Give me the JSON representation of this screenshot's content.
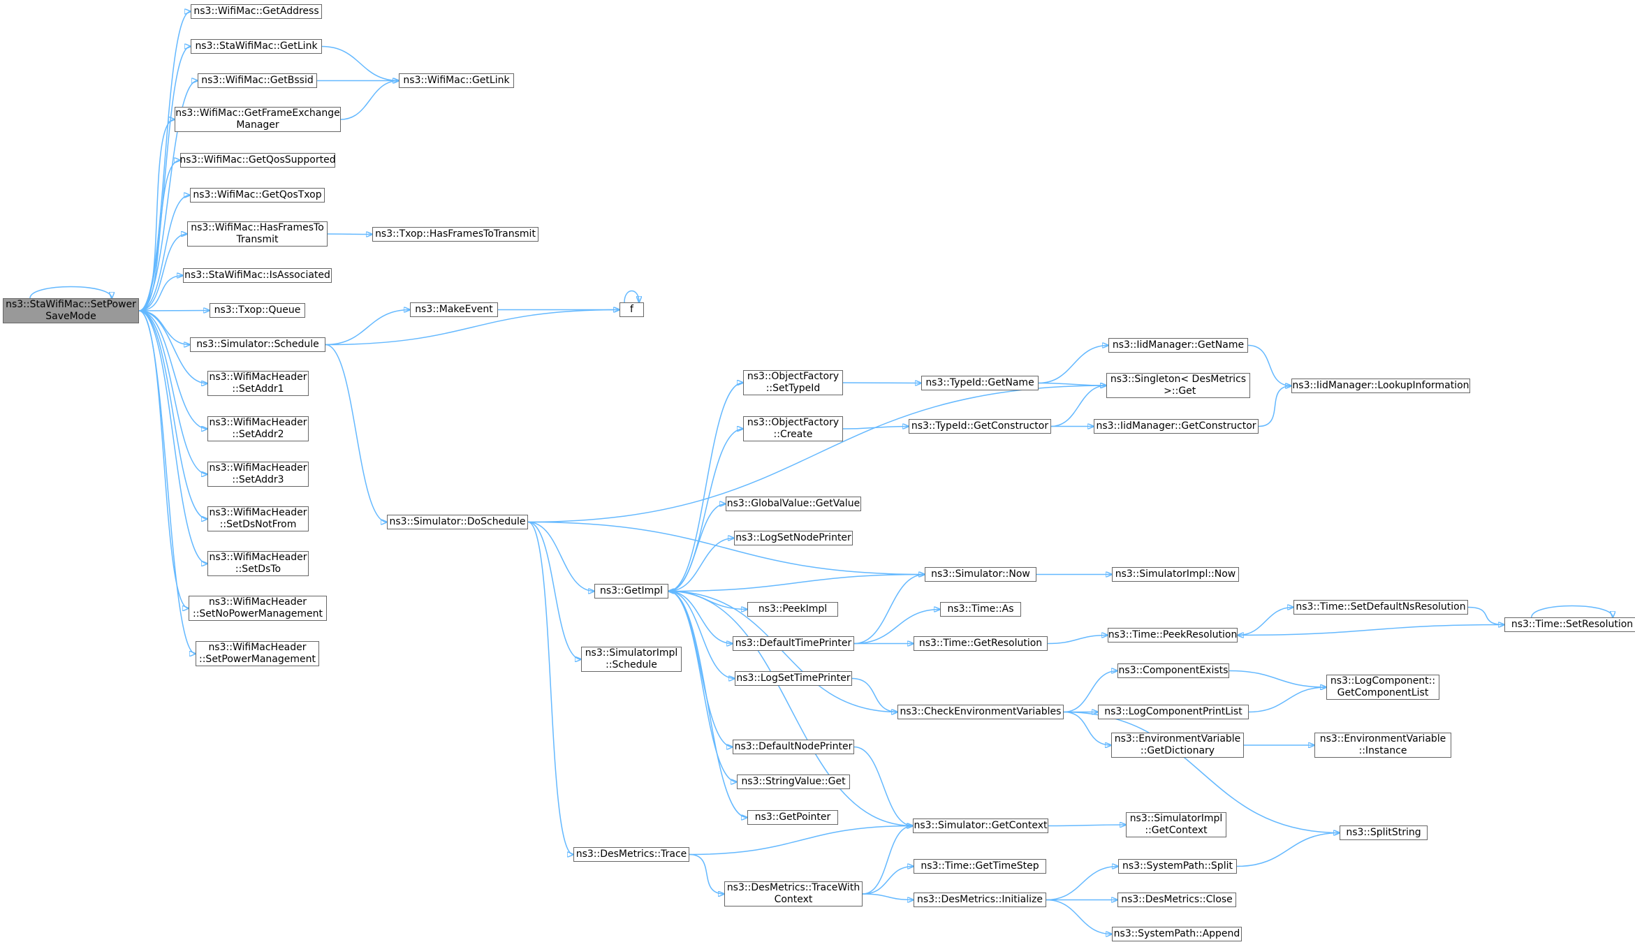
{
  "graph": {
    "edge_color": "#63b8ff",
    "node_border_color": "#666666",
    "root_fill_color": "#999999",
    "nodes": [
      {
        "id": "root",
        "label": "ns3::StaWifiMac::SetPower\nSaveMode",
        "root": true
      },
      {
        "id": "getAddress",
        "label": "ns3::WifiMac::GetAddress"
      },
      {
        "id": "staGetLink",
        "label": "ns3::StaWifiMac::GetLink"
      },
      {
        "id": "getBssid",
        "label": "ns3::WifiMac::GetBssid"
      },
      {
        "id": "wifiGetLink",
        "label": "ns3::WifiMac::GetLink"
      },
      {
        "id": "getFem",
        "label": "ns3::WifiMac::GetFrameExchange\nManager"
      },
      {
        "id": "getQosSupported",
        "label": "ns3::WifiMac::GetQosSupported"
      },
      {
        "id": "getQosTxop",
        "label": "ns3::WifiMac::GetQosTxop"
      },
      {
        "id": "hasFramesTo",
        "label": "ns3::WifiMac::HasFramesTo\nTransmit"
      },
      {
        "id": "txopHasFrames",
        "label": "ns3::Txop::HasFramesToTransmit"
      },
      {
        "id": "isAssociated",
        "label": "ns3::StaWifiMac::IsAssociated"
      },
      {
        "id": "txopQueue",
        "label": "ns3::Txop::Queue"
      },
      {
        "id": "schedule",
        "label": "ns3::Simulator::Schedule"
      },
      {
        "id": "makeEvent",
        "label": "ns3::MakeEvent"
      },
      {
        "id": "f",
        "label": "f"
      },
      {
        "id": "setAddr1",
        "label": "ns3::WifiMacHeader\n::SetAddr1"
      },
      {
        "id": "setAddr2",
        "label": "ns3::WifiMacHeader\n::SetAddr2"
      },
      {
        "id": "setAddr3",
        "label": "ns3::WifiMacHeader\n::SetAddr3"
      },
      {
        "id": "setDsNotFrom",
        "label": "ns3::WifiMacHeader\n::SetDsNotFrom"
      },
      {
        "id": "setDsTo",
        "label": "ns3::WifiMacHeader\n::SetDsTo"
      },
      {
        "id": "setNoPower",
        "label": "ns3::WifiMacHeader\n::SetNoPowerManagement"
      },
      {
        "id": "setPower",
        "label": "ns3::WifiMacHeader\n::SetPowerManagement"
      },
      {
        "id": "doSchedule",
        "label": "ns3::Simulator::DoSchedule"
      },
      {
        "id": "getImpl",
        "label": "ns3::GetImpl"
      },
      {
        "id": "simImplSchedule",
        "label": "ns3::SimulatorImpl\n::Schedule"
      },
      {
        "id": "desTrace",
        "label": "ns3::DesMetrics::Trace"
      },
      {
        "id": "setTypeId",
        "label": "ns3::ObjectFactory\n::SetTypeId"
      },
      {
        "id": "ofCreate",
        "label": "ns3::ObjectFactory\n::Create"
      },
      {
        "id": "gvGetValue",
        "label": "ns3::GlobalValue::GetValue"
      },
      {
        "id": "logSetNode",
        "label": "ns3::LogSetNodePrinter"
      },
      {
        "id": "peekImpl",
        "label": "ns3::PeekImpl"
      },
      {
        "id": "defTimePrinter",
        "label": "ns3::DefaultTimePrinter"
      },
      {
        "id": "logSetTime",
        "label": "ns3::LogSetTimePrinter"
      },
      {
        "id": "defNodePrinter",
        "label": "ns3::DefaultNodePrinter"
      },
      {
        "id": "strGet",
        "label": "ns3::StringValue::Get"
      },
      {
        "id": "getPointer",
        "label": "ns3::GetPointer"
      },
      {
        "id": "traceWith",
        "label": "ns3::DesMetrics::TraceWith\nContext"
      },
      {
        "id": "iidGetName",
        "label": "ns3::IidManager::GetName"
      },
      {
        "id": "typeGetName",
        "label": "ns3::TypeId::GetName"
      },
      {
        "id": "singletonGet",
        "label": "ns3::Singleton< DesMetrics\n >::Get"
      },
      {
        "id": "lookupInfo",
        "label": "ns3::IidManager::LookupInformation"
      },
      {
        "id": "typeGetCtor",
        "label": "ns3::TypeId::GetConstructor"
      },
      {
        "id": "iidGetCtor",
        "label": "ns3::IidManager::GetConstructor"
      },
      {
        "id": "simNow",
        "label": "ns3::Simulator::Now"
      },
      {
        "id": "simImplNow",
        "label": "ns3::SimulatorImpl::Now"
      },
      {
        "id": "timeAs",
        "label": "ns3::Time::As"
      },
      {
        "id": "timeGetRes",
        "label": "ns3::Time::GetResolution"
      },
      {
        "id": "peekRes",
        "label": "ns3::Time::PeekResolution"
      },
      {
        "id": "setDefNs",
        "label": "ns3::Time::SetDefaultNsResolution"
      },
      {
        "id": "setRes",
        "label": "ns3::Time::SetResolution"
      },
      {
        "id": "checkEnv",
        "label": "ns3::CheckEnvironmentVariables"
      },
      {
        "id": "compExists",
        "label": "ns3::ComponentExists"
      },
      {
        "id": "logCompPrint",
        "label": "ns3::LogComponentPrintList"
      },
      {
        "id": "envGetDict",
        "label": "ns3::EnvironmentVariable\n::GetDictionary"
      },
      {
        "id": "logCompGetList",
        "label": "ns3::LogComponent::\nGetComponentList"
      },
      {
        "id": "envInstance",
        "label": "ns3::EnvironmentVariable\n::Instance"
      },
      {
        "id": "simGetContext",
        "label": "ns3::Simulator::GetContext"
      },
      {
        "id": "simImplGetContext",
        "label": "ns3::SimulatorImpl\n::GetContext"
      },
      {
        "id": "splitString",
        "label": "ns3::SplitString"
      },
      {
        "id": "getTimeStep",
        "label": "ns3::Time::GetTimeStep"
      },
      {
        "id": "desInit",
        "label": "ns3::DesMetrics::Initialize"
      },
      {
        "id": "sysSplit",
        "label": "ns3::SystemPath::Split"
      },
      {
        "id": "desClose",
        "label": "ns3::DesMetrics::Close"
      },
      {
        "id": "sysAppend",
        "label": "ns3::SystemPath::Append"
      }
    ],
    "edges": [
      [
        "root",
        "root"
      ],
      [
        "root",
        "getAddress"
      ],
      [
        "root",
        "staGetLink"
      ],
      [
        "root",
        "getBssid"
      ],
      [
        "root",
        "getFem"
      ],
      [
        "root",
        "getQosSupported"
      ],
      [
        "root",
        "getQosTxop"
      ],
      [
        "root",
        "hasFramesTo"
      ],
      [
        "root",
        "isAssociated"
      ],
      [
        "root",
        "txopQueue"
      ],
      [
        "root",
        "schedule"
      ],
      [
        "root",
        "setAddr1"
      ],
      [
        "root",
        "setAddr2"
      ],
      [
        "root",
        "setAddr3"
      ],
      [
        "root",
        "setDsNotFrom"
      ],
      [
        "root",
        "setDsTo"
      ],
      [
        "root",
        "setNoPower"
      ],
      [
        "root",
        "setPower"
      ],
      [
        "staGetLink",
        "wifiGetLink"
      ],
      [
        "getBssid",
        "wifiGetLink"
      ],
      [
        "getFem",
        "wifiGetLink"
      ],
      [
        "hasFramesTo",
        "txopHasFrames"
      ],
      [
        "schedule",
        "makeEvent"
      ],
      [
        "schedule",
        "f"
      ],
      [
        "schedule",
        "doSchedule"
      ],
      [
        "makeEvent",
        "f"
      ],
      [
        "f",
        "f"
      ],
      [
        "doSchedule",
        "singletonGet"
      ],
      [
        "doSchedule",
        "simNow"
      ],
      [
        "doSchedule",
        "getImpl"
      ],
      [
        "doSchedule",
        "simImplSchedule"
      ],
      [
        "doSchedule",
        "desTrace"
      ],
      [
        "getImpl",
        "setTypeId"
      ],
      [
        "getImpl",
        "ofCreate"
      ],
      [
        "getImpl",
        "gvGetValue"
      ],
      [
        "getImpl",
        "logSetNode"
      ],
      [
        "getImpl",
        "peekImpl"
      ],
      [
        "getImpl",
        "defTimePrinter"
      ],
      [
        "getImpl",
        "logSetTime"
      ],
      [
        "getImpl",
        "defNodePrinter"
      ],
      [
        "getImpl",
        "strGet"
      ],
      [
        "getImpl",
        "getPointer"
      ],
      [
        "getImpl",
        "checkEnv"
      ],
      [
        "setTypeId",
        "typeGetName"
      ],
      [
        "typeGetName",
        "iidGetName"
      ],
      [
        "typeGetName",
        "singletonGet"
      ],
      [
        "iidGetName",
        "lookupInfo"
      ],
      [
        "ofCreate",
        "typeGetCtor"
      ],
      [
        "typeGetCtor",
        "singletonGet"
      ],
      [
        "typeGetCtor",
        "iidGetCtor"
      ],
      [
        "iidGetCtor",
        "lookupInfo"
      ],
      [
        "simNow",
        "getImpl"
      ],
      [
        "simNow",
        "simImplNow"
      ],
      [
        "defTimePrinter",
        "simNow"
      ],
      [
        "defTimePrinter",
        "timeAs"
      ],
      [
        "defTimePrinter",
        "timeGetRes"
      ],
      [
        "timeGetRes",
        "peekRes"
      ],
      [
        "peekRes",
        "setDefNs"
      ],
      [
        "setDefNs",
        "setRes"
      ],
      [
        "setRes",
        "peekRes"
      ],
      [
        "setRes",
        "setRes"
      ],
      [
        "logSetTime",
        "checkEnv"
      ],
      [
        "checkEnv",
        "compExists"
      ],
      [
        "checkEnv",
        "logCompPrint"
      ],
      [
        "checkEnv",
        "envGetDict"
      ],
      [
        "checkEnv",
        "splitString"
      ],
      [
        "compExists",
        "logCompGetList"
      ],
      [
        "logCompPrint",
        "logCompGetList"
      ],
      [
        "envGetDict",
        "envInstance"
      ],
      [
        "defNodePrinter",
        "simGetContext"
      ],
      [
        "simGetContext",
        "getImpl"
      ],
      [
        "simGetContext",
        "simImplGetContext"
      ],
      [
        "desTrace",
        "simGetContext"
      ],
      [
        "desTrace",
        "traceWith"
      ],
      [
        "traceWith",
        "simGetContext"
      ],
      [
        "traceWith",
        "getTimeStep"
      ],
      [
        "traceWith",
        "desInit"
      ],
      [
        "desInit",
        "sysSplit"
      ],
      [
        "desInit",
        "desClose"
      ],
      [
        "desInit",
        "sysAppend"
      ],
      [
        "sysSplit",
        "splitString"
      ]
    ]
  }
}
